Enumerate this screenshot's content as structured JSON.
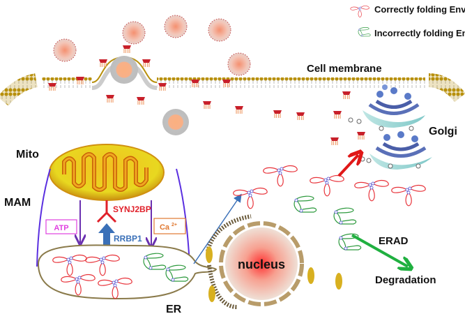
{
  "legend": {
    "correct": "Correctly folding Env",
    "incorrect": "Incorrectly folding Env"
  },
  "labels": {
    "cell_membrane": "Cell membrane",
    "golgi": "Golgi",
    "mito": "Mito",
    "mam": "MAM",
    "atp": "ATP",
    "ca": "Ca",
    "ca_sup": "2+",
    "synj2bp": "SYNJ2BP",
    "rrbp1": "RRBP1",
    "er": "ER",
    "nucleus": "nucleus",
    "erad": "ERAD",
    "degradation": "Degradation"
  },
  "colors": {
    "correct_env": "#e8333a",
    "incorrect_env": "#2e9a3e",
    "membrane_head": "#b8900c",
    "er_outline": "#8a7a4a",
    "mam_line": "#5a2fe0",
    "atp": "#e040e0",
    "ca": "#e07830",
    "synj2bp": "#e0202a",
    "rrbp1": "#3a70b8",
    "erad_arrow": "#20b040",
    "export_arrow": "#e01818"
  }
}
